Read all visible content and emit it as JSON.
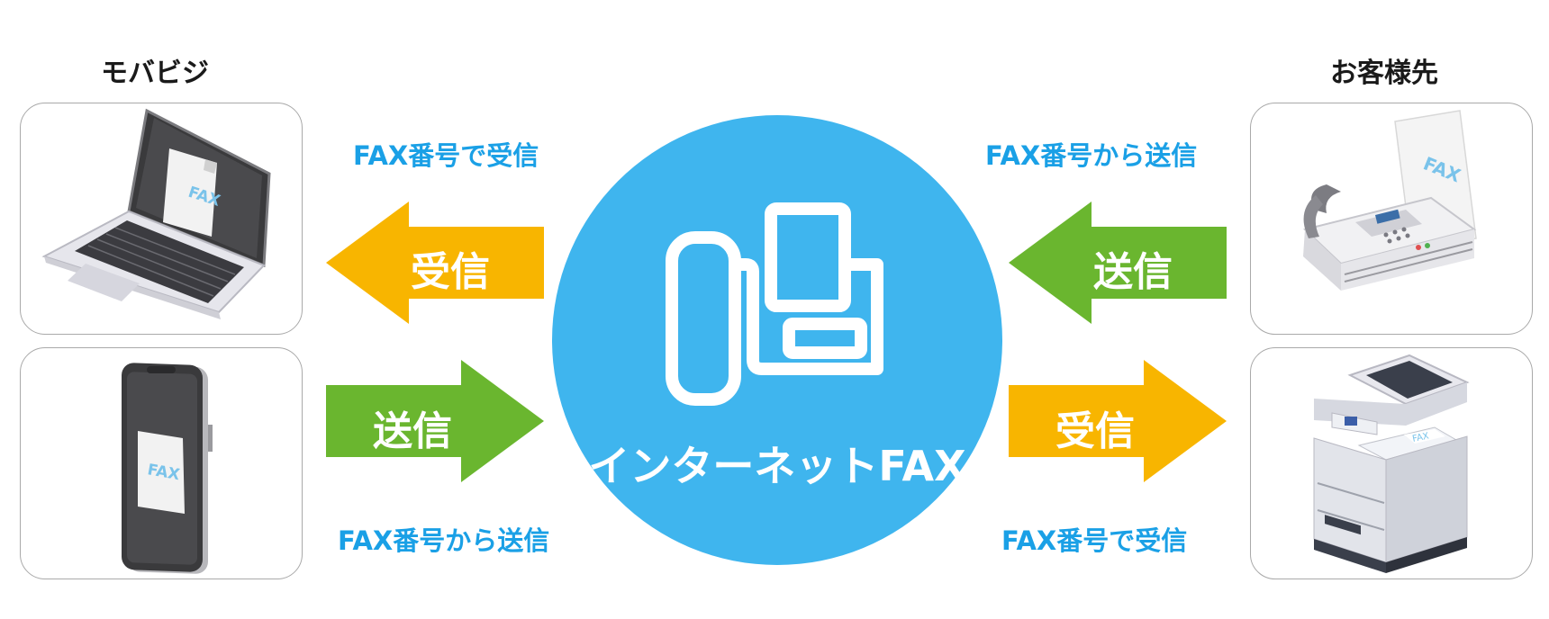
{
  "left_heading": "モバビジ",
  "right_heading": "お客様先",
  "center_label": "インターネットFAX",
  "device_fax_text": "FAX",
  "labels": {
    "top_left": "FAX番号で受信",
    "bottom_left": "FAX番号から送信",
    "top_right": "FAX番号から送信",
    "bottom_right": "FAX番号で受信"
  },
  "arrows": {
    "left_top": "受信",
    "left_bottom": "送信",
    "right_top": "送信",
    "right_bottom": "受信"
  },
  "colors": {
    "receive": "#f8b500",
    "send": "#6ab62f",
    "circle": "#3fb5ee",
    "label_blue": "#1aa0e6"
  }
}
